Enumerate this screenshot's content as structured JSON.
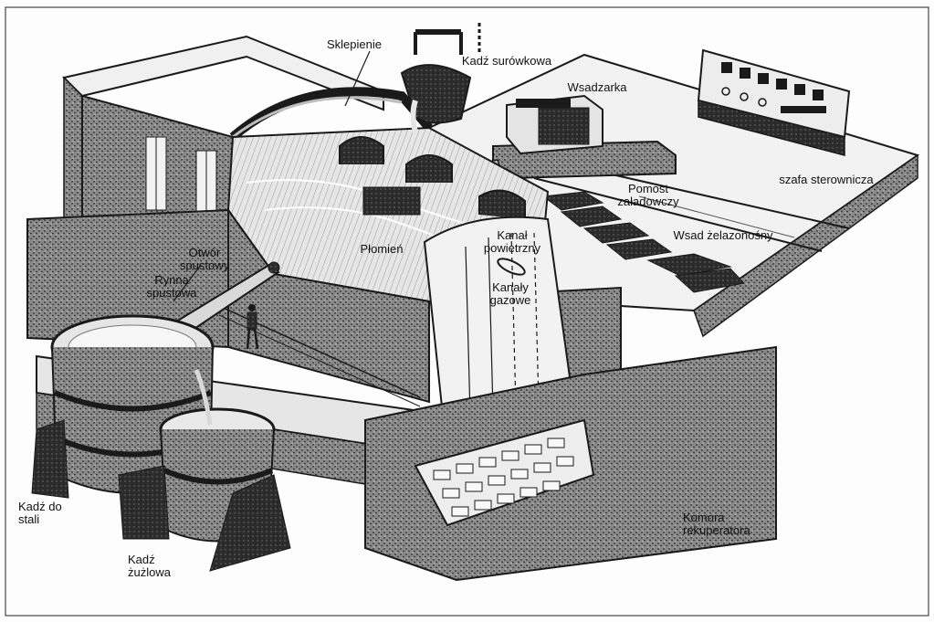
{
  "labels": {
    "sklepienie": "Sklepienie",
    "kadz_surowkowa": "Kadź surówkowa",
    "wsadzarka": "Wsadzarka",
    "szafa_sterownicza": "szafa sterownicza",
    "pomost_zaladowczy": "Pomost\nzaładowczy",
    "wsad_zelazonosny": "Wsad żelazonośny",
    "kanal_powietrzny": "Kanał\npowietrzny",
    "kanaly_gazowe": "Kanały\ngazowe",
    "plomien": "Płomień",
    "otwor_spustowy": "Otwór\nspustowy",
    "rynna_spustowa": "Rynna\nspustowa",
    "kadz_do_stali": "Kadź do\nstali",
    "kadz_zuzlowa": "Kadź\nżużlowa",
    "komora_rekuperatora": "Komora\nrekuperatora"
  },
  "colors": {
    "ink": "#1a1a1a",
    "dark": "#2b2b2b",
    "mid": "#6e6e6e",
    "light": "#bdbdbd",
    "paper": "#f4f4f4",
    "bath": "#d9d9d9"
  }
}
